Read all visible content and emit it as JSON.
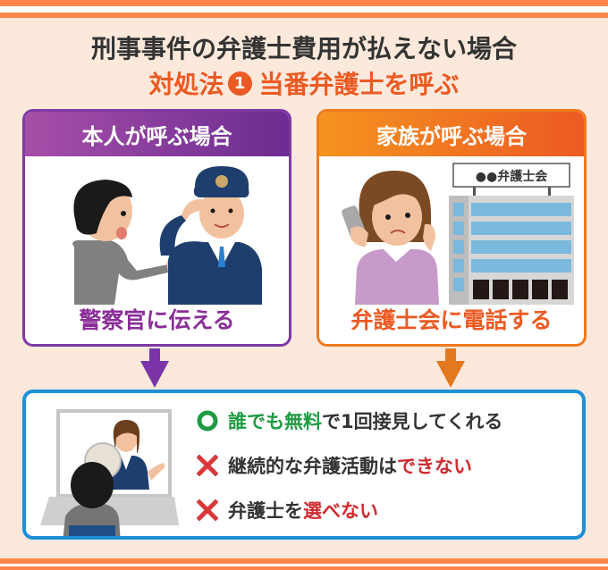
{
  "header": {
    "title": "刑事事件の弁護士費用が払えない場合",
    "subtitle_prefix": "対処法",
    "subtitle_number": "1",
    "subtitle_main": "当番弁護士を呼ぶ"
  },
  "panels": [
    {
      "heading": "本人が呼ぶ場合",
      "caption": "警察官に伝える",
      "color": "#7e3aa4"
    },
    {
      "heading": "家族が呼ぶ場合",
      "caption": "弁護士会に電話する",
      "sign_text": "●●弁護士会",
      "color": "#f17a1f"
    }
  ],
  "points": [
    {
      "icon": "circle-ok-icon",
      "highlight_1": "誰でも無料",
      "text_1": "で1回接見してくれる"
    },
    {
      "icon": "cross-icon",
      "text_1": "継続的な弁護活動は",
      "highlight_1": "できない"
    },
    {
      "icon": "cross-icon",
      "text_1": "弁護士を",
      "highlight_1": "選べない"
    }
  ],
  "colors": {
    "background": "#fde9dc",
    "stripe": "#ff864a",
    "accent_orange": "#ec5a23",
    "purple": "#7e3aa4",
    "blue_border": "#1d8fd6",
    "green": "#1e9a41",
    "red": "#d02b2f"
  }
}
